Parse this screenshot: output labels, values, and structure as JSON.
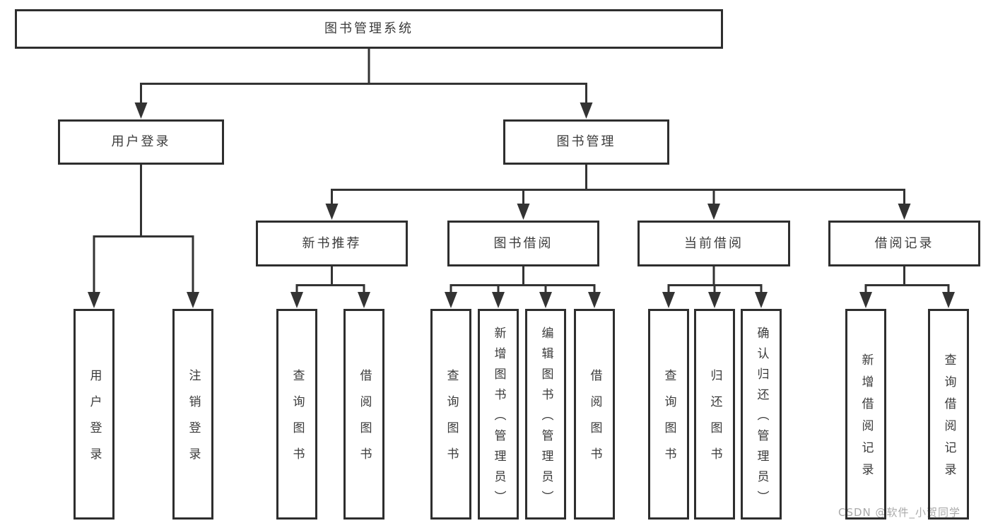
{
  "tree": {
    "root": {
      "label": "图书管理系统"
    },
    "children": [
      {
        "label": "用户登录",
        "children": [
          {
            "label": "用户登录"
          },
          {
            "label": "注销登录"
          }
        ]
      },
      {
        "label": "图书管理",
        "children": [
          {
            "label": "新书推荐",
            "children": [
              {
                "label": "查询图书"
              },
              {
                "label": "借阅图书"
              }
            ]
          },
          {
            "label": "图书借阅",
            "children": [
              {
                "label": "查询图书"
              },
              {
                "label": "新增图书（管理员）"
              },
              {
                "label": "编辑图书（管理员）"
              },
              {
                "label": "借阅图书"
              }
            ]
          },
          {
            "label": "当前借阅",
            "children": [
              {
                "label": "查询图书"
              },
              {
                "label": "归还图书"
              },
              {
                "label": "确认归还（管理员）"
              }
            ]
          },
          {
            "label": "借阅记录",
            "children": [
              {
                "label": "新增借阅记录"
              },
              {
                "label": "查询借阅记录"
              }
            ]
          }
        ]
      }
    ]
  },
  "watermark": {
    "text": "CSDN @软件_小贺同学"
  },
  "colors": {
    "background": "#ffffff",
    "box_border": "#2e2e2e",
    "connector_line": "#333333",
    "text": "#3b3b3b",
    "watermark_text": "#a9a9a9"
  }
}
